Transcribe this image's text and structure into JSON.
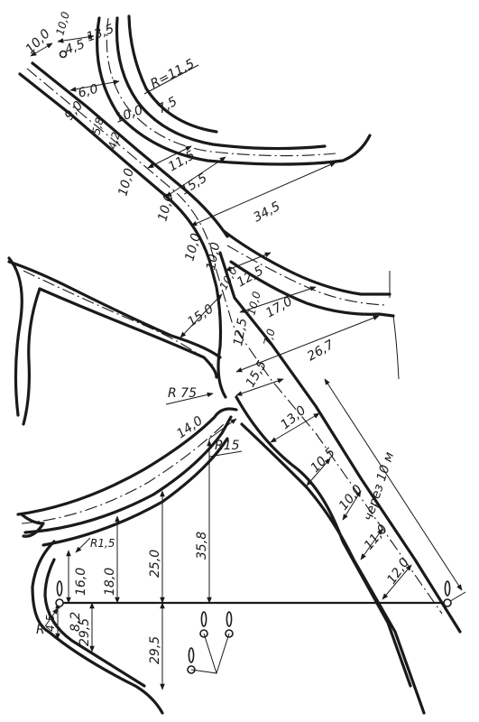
{
  "labels": {
    "d_10_0a": "10,0",
    "d_10_0_top": "10,0",
    "d_4_5": "4,5",
    "d_13_5": "13,5",
    "d_6_0": "6,0",
    "r_11_5": "R=11,5",
    "d_9_0": "9,0",
    "d_10_0b": "10,0",
    "d_7_5": "7,5",
    "d_5_8": "5,8",
    "d_4_2": "4,2",
    "d_11_5": "11,5",
    "d_10_0c": "10,0",
    "d_15_5a": "15,5",
    "d_10_0d": "10,0",
    "d_34_5": "34,5",
    "d_10_0e": "10,0",
    "d_10_0f": "10,0",
    "d_10_0g": "10,0",
    "d_12_5a": "12,5",
    "d_17_0": "17,0",
    "d_15_0": "15,0",
    "d_10_0h": "10,0",
    "d_12_5b": "12,5",
    "d_26_7": "26,7",
    "r_75": "R 75",
    "d_15_5b": "15,5",
    "d_14_0": "14,0",
    "d_13_0": "13,0",
    "r_15": "R15",
    "d_10_5": "10,5",
    "d_10_0i": "10,0",
    "through_10m": "через 10 м",
    "d_11_0": "11,0",
    "r_1_5": "R1,5",
    "d_12_0": "12,0",
    "d_16_0": "16,0",
    "d_18_0": "18,0",
    "d_25_0": "25,0",
    "d_35_8": "35,8",
    "d_4_5b": "4,5",
    "d_8_2": "8,2",
    "r_left": "R",
    "d_29_5a": "29,5",
    "d_29_5b": "29,5"
  }
}
